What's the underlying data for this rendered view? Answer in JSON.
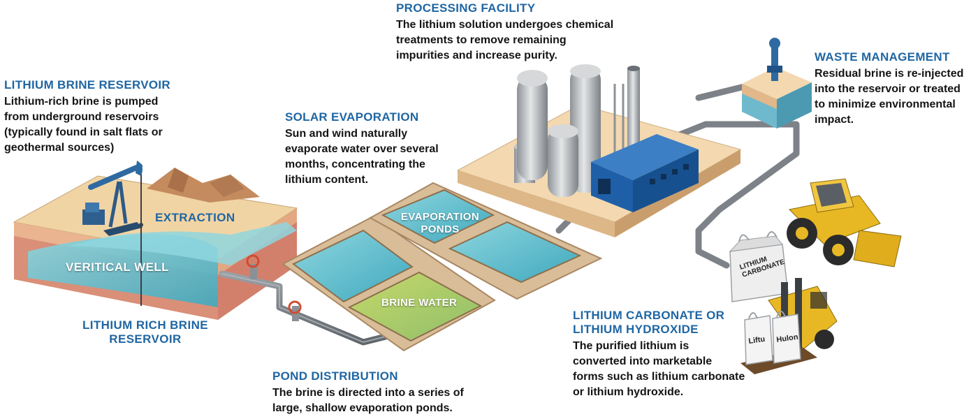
{
  "colors": {
    "heading": "#1f66a3",
    "body_text": "#141414",
    "water": "#5bc0cf",
    "sand": "#f1d4a4",
    "pipe": "#7d8288",
    "building": "#1f5fa8",
    "loader": "#e8b824",
    "valve": "#d24b2f"
  },
  "icons": [
    "pump-jack-icon",
    "storage-tank-icon",
    "factory-building-icon",
    "chimney-icon",
    "wheel-loader-icon",
    "forklift-icon",
    "bulk-bag-icon",
    "valve-icon"
  ],
  "sections": {
    "reservoir": {
      "heading": "LITHIUM BRINE RESERVOIR",
      "body": "Lithium-rich brine is pumped\nfrom underground reservoirs\n(typically found in salt flats or\ngeothermal sources)"
    },
    "solar": {
      "heading": "SOLAR EVAPORATION",
      "body": "Sun and wind naturally\nevaporate water over several\nmonths, concentrating the\nlithium content."
    },
    "processing": {
      "heading": "PROCESSING FACILITY",
      "body": "The lithium solution undergoes chemical\ntreatments to remove remaining\nimpurities and increase purity."
    },
    "waste": {
      "heading": "WASTE MANAGEMENT",
      "body": "Residual brine is re-injected\ninto the reservoir or treated\nto minimize environmental\nimpact."
    },
    "product": {
      "heading": "LITHIUM CARBONATE OR\nLITHIUM HYDROXIDE",
      "body": "The purified lithium is\nconverted into marketable\nforms such as lithium carbonate\nor lithium hydroxide."
    },
    "distribution": {
      "heading": "POND DISTRIBUTION",
      "body": "The brine is directed into a series of\nlarge, shallow evaporation ponds."
    }
  },
  "labels": {
    "extraction": "EXTRACTION",
    "vertical_well": "VERITICAL  WELL",
    "rich_reservoir": "LITHIUM RICH BRINE\nRESERVOIR",
    "evaporation_ponds": "EVAPORATION\nPONDS",
    "brine_water": "BRINE WATER",
    "bag_carbonate": "LITHIUM\nCARBONATE",
    "bag_small_1": "Liftu",
    "bag_small_2": "Hulon"
  }
}
